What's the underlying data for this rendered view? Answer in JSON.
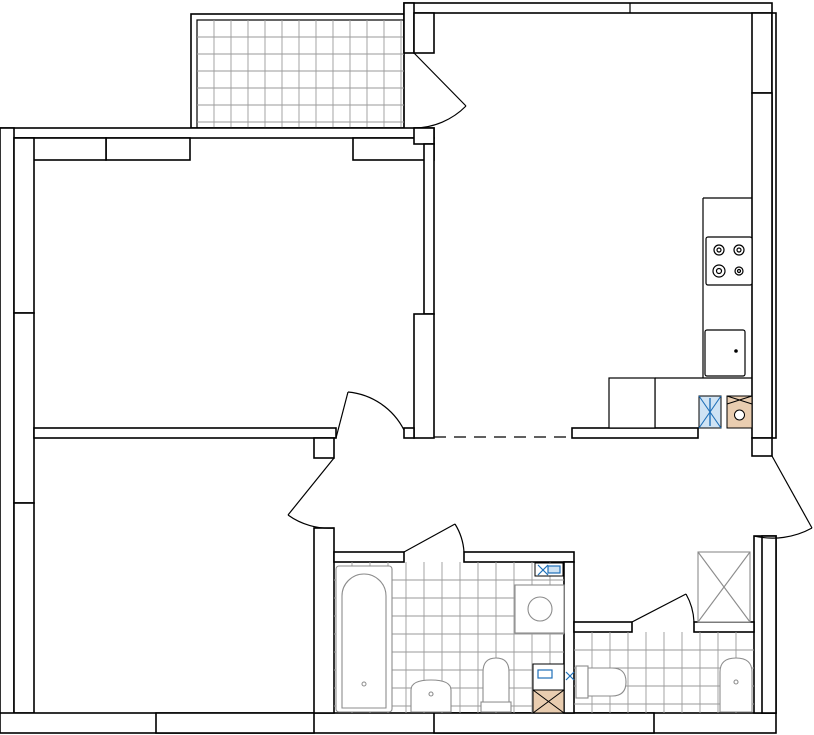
{
  "plan": {
    "rooms": [
      {
        "id": "balcony",
        "label": ""
      },
      {
        "id": "kitchen-living",
        "label": ""
      },
      {
        "id": "bedroom-top",
        "label": ""
      },
      {
        "id": "bedroom-bottom",
        "label": ""
      },
      {
        "id": "hall",
        "label": ""
      },
      {
        "id": "bathroom",
        "label": ""
      },
      {
        "id": "wc",
        "label": ""
      }
    ],
    "fixtures": [
      "cooktop",
      "kitchen-sink",
      "fridge",
      "washing-machine",
      "boiler",
      "bathtub",
      "washbasin",
      "toilet",
      "shower-tray"
    ],
    "colors": {
      "wall": "#000000",
      "tile": "#9a9a9a",
      "fixture": "#8c8c8c",
      "water_blue": "#1e6fb8",
      "appliance_tan": "#e9cdb0",
      "appliance_blue": "#cfe3f4"
    }
  }
}
